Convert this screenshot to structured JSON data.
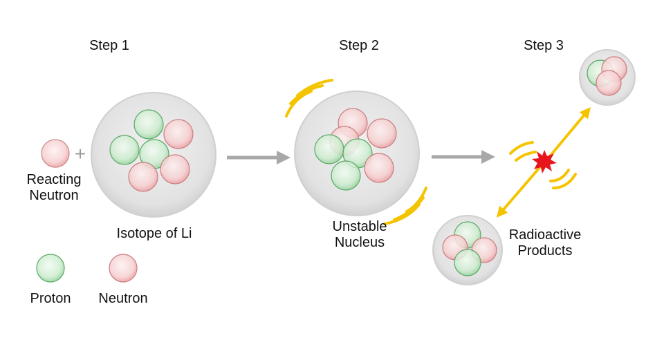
{
  "steps": {
    "step1": "Step 1",
    "step2": "Step 2",
    "step3": "Step 3"
  },
  "labels": {
    "reacting_line1": "Reacting",
    "reacting_line2": "Neutron",
    "isotope": "Isotope of Li",
    "unstable_line1": "Unstable",
    "unstable_line2": "Nucleus",
    "products_line1": "Radioactive",
    "products_line2": "Products",
    "plus": "+"
  },
  "legend": {
    "proton": "Proton",
    "neutron": "Neutron"
  },
  "colors": {
    "proton": "#8fd09a",
    "neutron": "#f0a3a6",
    "nucleus_shell": "#e3e3e3",
    "arrow_gray": "#a8a8a8",
    "wave_yellow": "#f5c400",
    "burst_red": "#e8141c"
  }
}
